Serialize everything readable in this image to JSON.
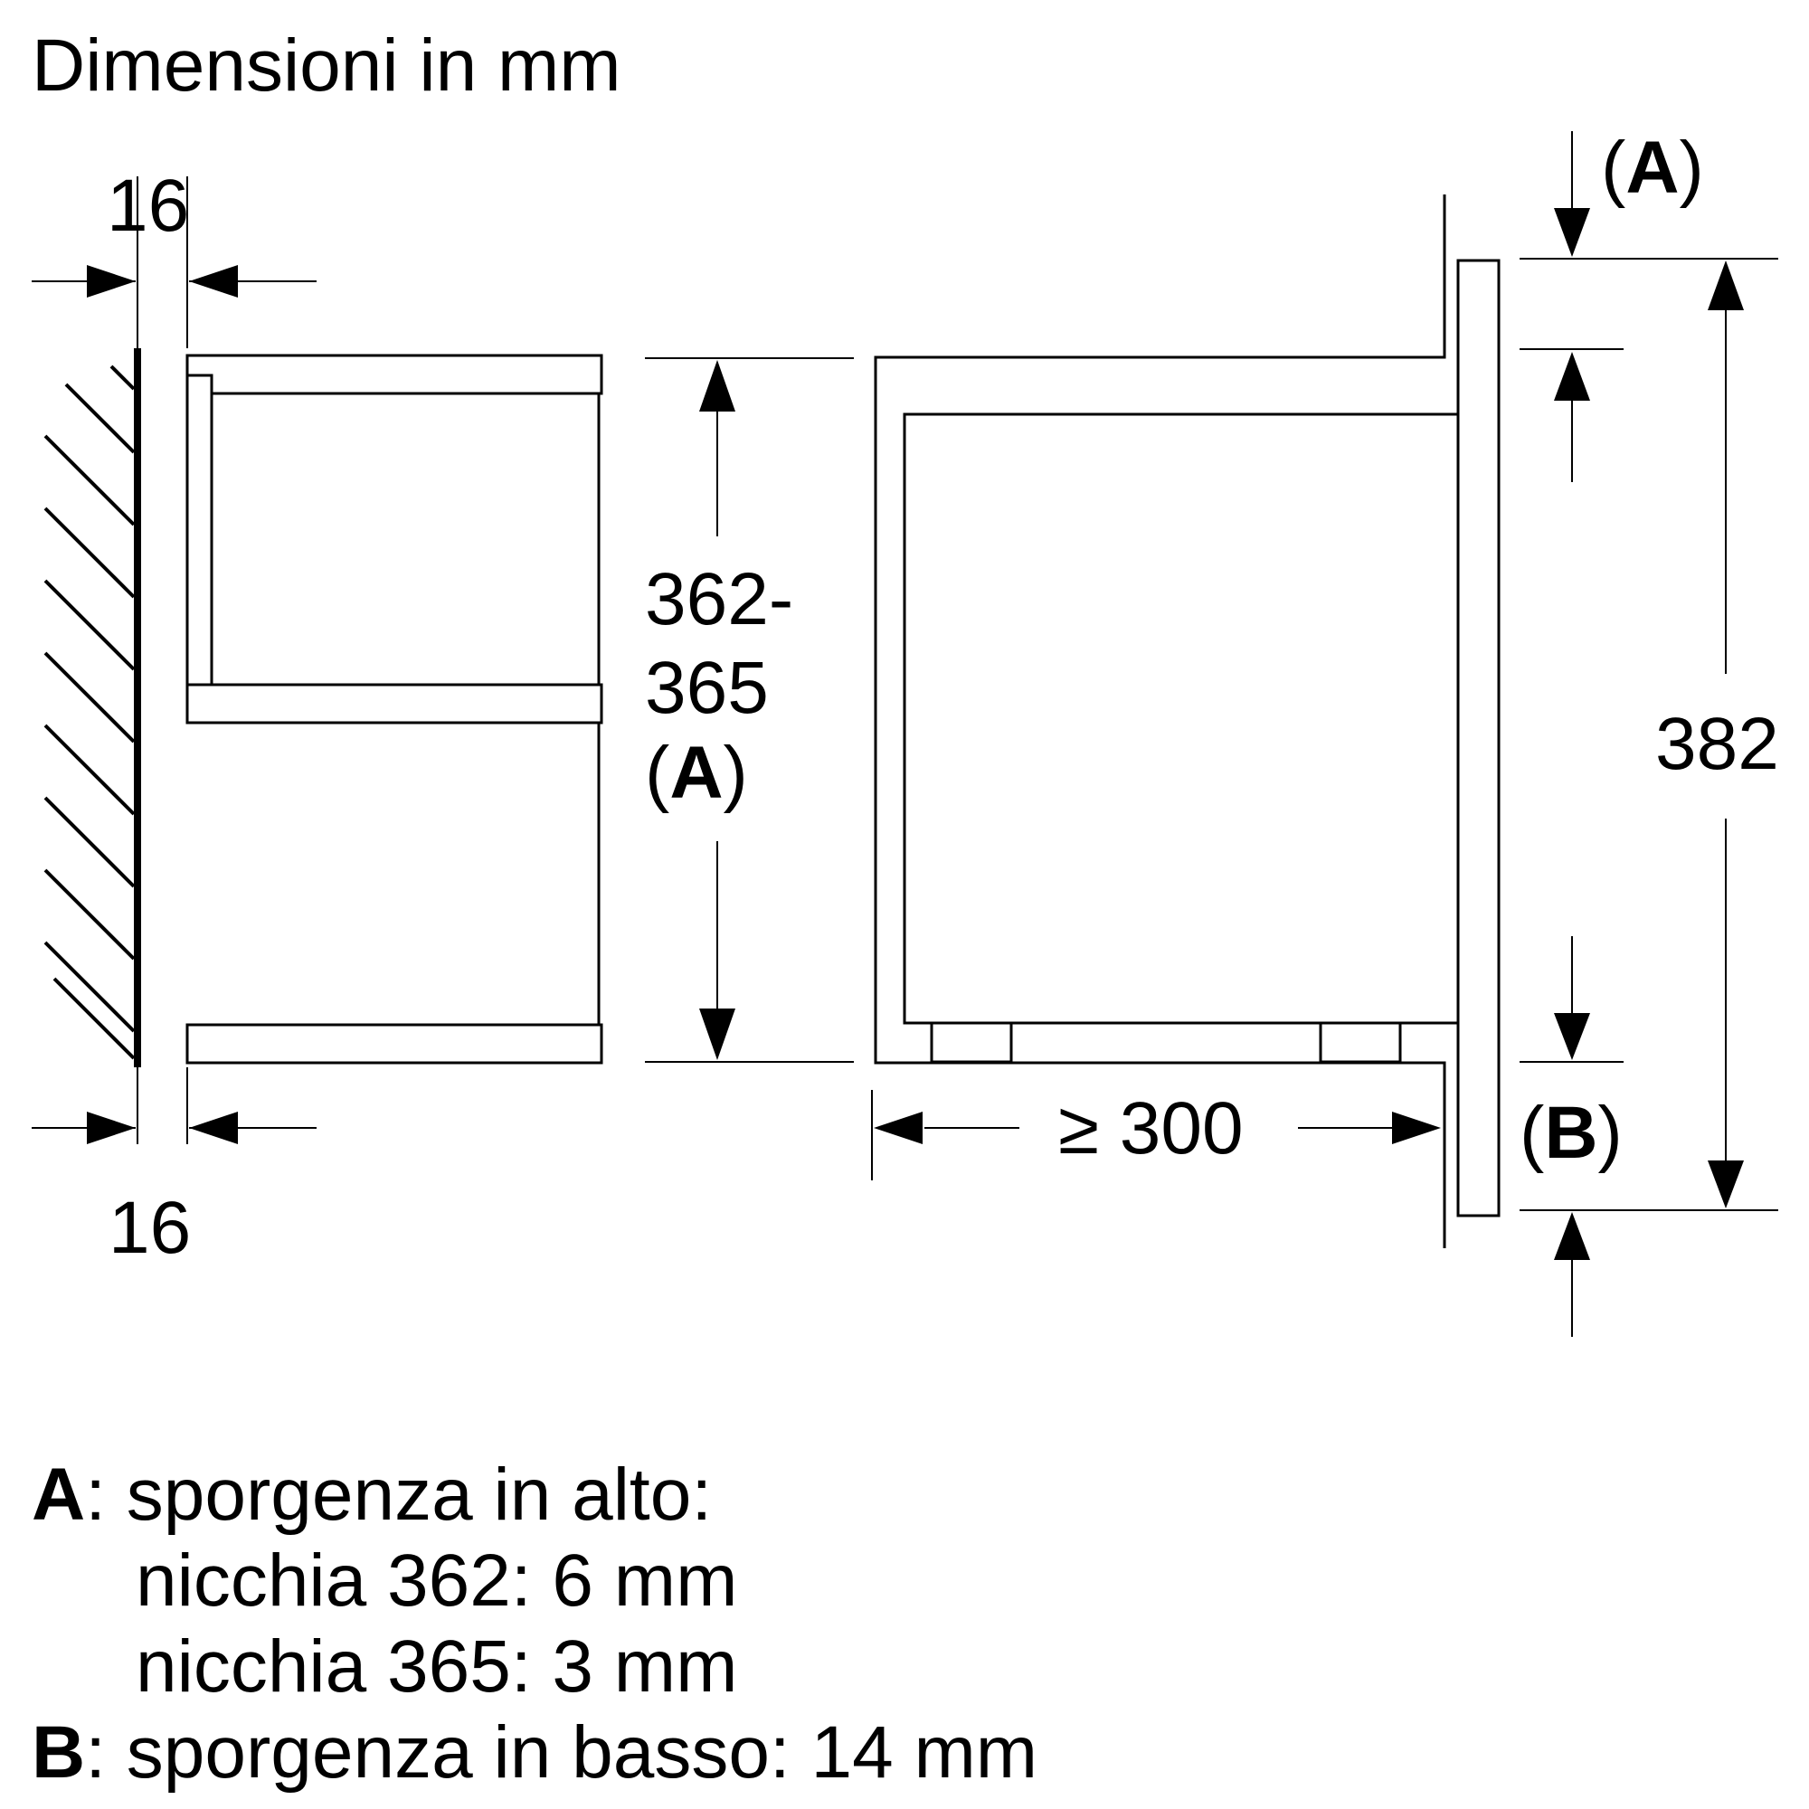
{
  "title": "Dimensioni in mm",
  "dimensions": {
    "top_left": "16",
    "bottom_left": "16",
    "niche_height_line1": "362-",
    "niche_height_line2": "365",
    "niche_height_note_letter": "A",
    "depth": "≥ 300",
    "total_height": "382",
    "top_marker_letter": "A",
    "bottom_marker_letter": "B"
  },
  "legend": {
    "a_letter": "A",
    "a_line1": ": sporgenza in alto:",
    "a_line2": "nicchia 362: 6 mm",
    "a_line3": "nicchia 365: 3 mm",
    "b_letter": "B",
    "b_line1": ": sporgenza in basso: 14 mm"
  }
}
